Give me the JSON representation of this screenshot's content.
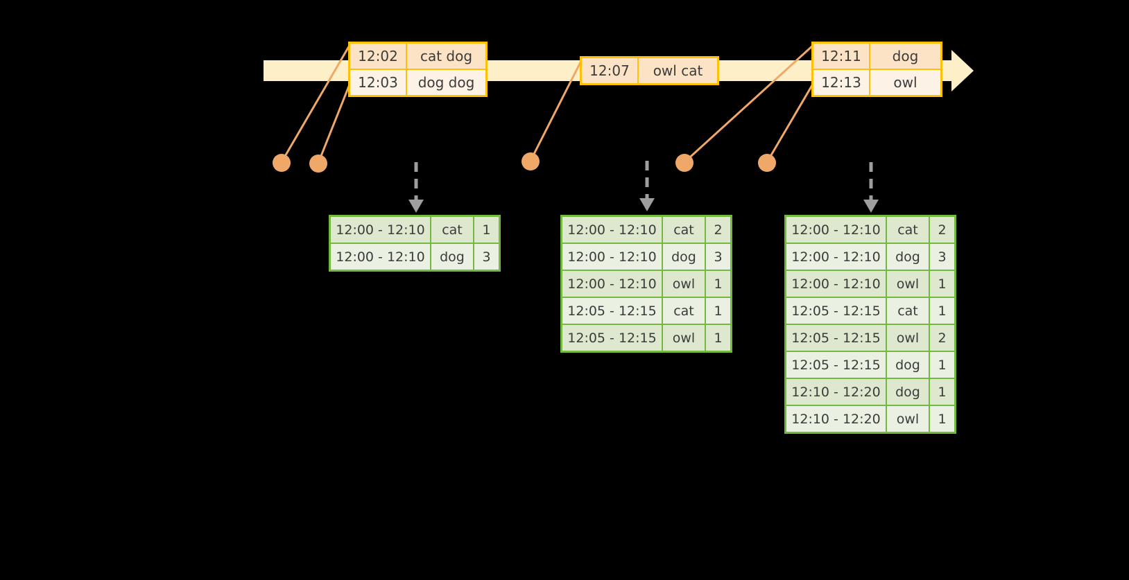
{
  "colors": {
    "background": "#000000",
    "timeline_fill": "#fdf0c8",
    "event_border": "#ffc107",
    "event_row_a": "#fde3c5",
    "event_row_b": "#fdf2e6",
    "connector": "#f0a868",
    "dot": "#f0a868",
    "table_border": "#73b93f",
    "table_row_a": "#dde8cf",
    "table_row_b": "#eaf1e2",
    "dashed_arrow": "#9e9e9e",
    "text": "#3b3b3b"
  },
  "timeline": {
    "events": [
      {
        "id": "event-group-1",
        "rows": [
          {
            "time": "12:02",
            "words": "cat dog"
          },
          {
            "time": "12:03",
            "words": "dog dog"
          }
        ]
      },
      {
        "id": "event-group-2",
        "rows": [
          {
            "time": "12:07",
            "words": "owl cat"
          }
        ]
      },
      {
        "id": "event-group-3",
        "rows": [
          {
            "time": "12:11",
            "words": "dog"
          },
          {
            "time": "12:13",
            "words": "owl"
          }
        ]
      }
    ]
  },
  "results": [
    {
      "id": "result-table-1",
      "rows": [
        {
          "window": "12:00 - 12:10",
          "word": "cat",
          "count": "1"
        },
        {
          "window": "12:00 - 12:10",
          "word": "dog",
          "count": "3"
        }
      ]
    },
    {
      "id": "result-table-2",
      "rows": [
        {
          "window": "12:00 - 12:10",
          "word": "cat",
          "count": "2"
        },
        {
          "window": "12:00 - 12:10",
          "word": "dog",
          "count": "3"
        },
        {
          "window": "12:00 - 12:10",
          "word": "owl",
          "count": "1"
        },
        {
          "window": "12:05 - 12:15",
          "word": "cat",
          "count": "1"
        },
        {
          "window": "12:05 - 12:15",
          "word": "owl",
          "count": "1"
        }
      ]
    },
    {
      "id": "result-table-3",
      "rows": [
        {
          "window": "12:00 - 12:10",
          "word": "cat",
          "count": "2"
        },
        {
          "window": "12:00 - 12:10",
          "word": "dog",
          "count": "3"
        },
        {
          "window": "12:00 - 12:10",
          "word": "owl",
          "count": "1"
        },
        {
          "window": "12:05 - 12:15",
          "word": "cat",
          "count": "1"
        },
        {
          "window": "12:05 - 12:15",
          "word": "owl",
          "count": "2"
        },
        {
          "window": "12:05 - 12:15",
          "word": "dog",
          "count": "1"
        },
        {
          "window": "12:10 - 12:20",
          "word": "dog",
          "count": "1"
        },
        {
          "window": "12:10 - 12:20",
          "word": "owl",
          "count": "1"
        }
      ]
    }
  ]
}
